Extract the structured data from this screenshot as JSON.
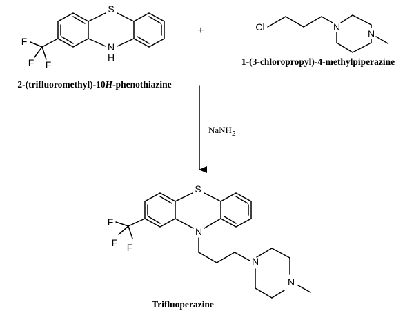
{
  "reactant_1": {
    "name_pre": "2-(trifluoromethyl)-10",
    "name_h": "H",
    "name_post": "-phenothiazine",
    "atoms": {
      "s": "S",
      "n": "N",
      "h": "H",
      "f1": "F",
      "f2": "F",
      "f3": "F"
    }
  },
  "plus_sign": "+",
  "reactant_2": {
    "name": "1-(3-chloropropyl)-4-methylpiperazine",
    "atoms": {
      "cl": "Cl",
      "n1": "N",
      "n2": "N"
    }
  },
  "reagent": {
    "main": "NaNH",
    "subscript": "2"
  },
  "product": {
    "name": "Trifluoperazine",
    "atoms": {
      "s": "S",
      "n": "N",
      "f1": "F",
      "f2": "F",
      "f3": "F",
      "pn1": "N",
      "pn2": "N"
    }
  }
}
